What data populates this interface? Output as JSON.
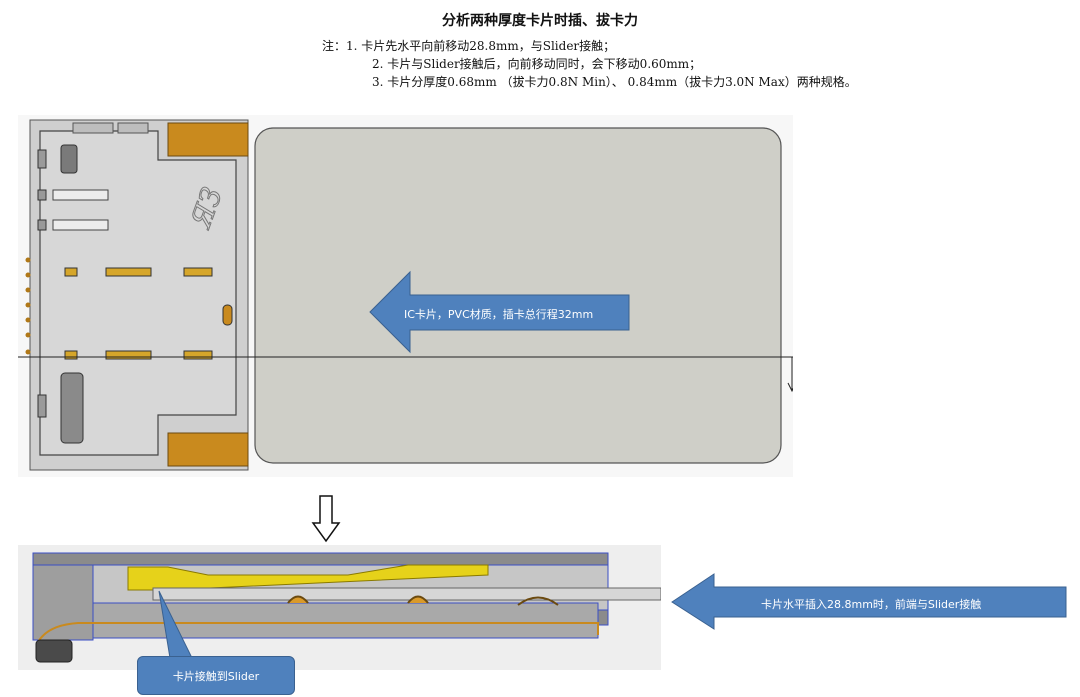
{
  "title": "分析两种厚度卡片时插、拔卡力",
  "notes": {
    "line1": "注：1. 卡片先水平向前移动28.8mm，与Slider接触；",
    "line2": "2. 卡片与Slider接触后，向前移动同时，会下移动0.60mm；",
    "line3": "3. 卡片分厚度0.68mm （拔卡力0.8N Min）、 0.84mm（拔卡力3.0N Max）两种规格。"
  },
  "callouts": {
    "ic_card": "IC卡片，PVC材质，插卡总行程32mm",
    "horizontal_insert": "卡片水平插入28.8mm时，前端与Slider接触",
    "contact_slider": "卡片接触到Slider"
  },
  "colors": {
    "arrow_blue": "#4f81bd",
    "card_gray": "#cfcfc8",
    "contact_gold": "#c98a1e",
    "slider_yellow": "#e6d21a",
    "section_blue": "#3b4fc4"
  }
}
